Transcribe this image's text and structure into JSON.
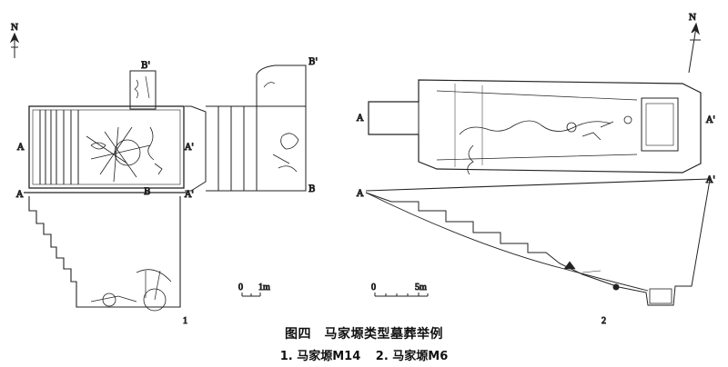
{
  "figure": {
    "title": "图四　马家塬类型墓葬举例",
    "subtitles": [
      "1. 马家塬M14",
      "2. 马家塬M6"
    ]
  },
  "panel_1": {
    "north_label": "N",
    "section_labels": {
      "a_left_top": "A",
      "a_right_top": "A'",
      "b_top": "B'",
      "b_bottom": "B",
      "a_left_bottom": "A",
      "a_right_bottom": "A'",
      "b_section_top": "B'",
      "b_section_bottom": "B"
    },
    "scale": {
      "zero": "0",
      "end": "1m"
    },
    "number": "1"
  },
  "panel_2": {
    "north_label": "N",
    "section_labels": {
      "a_left_plan": "A",
      "a_right_plan": "A'",
      "a_left_profile": "A",
      "a_right_profile": "A'"
    },
    "scale": {
      "zero": "0",
      "end": "5m"
    },
    "number": "2"
  },
  "colors": {
    "ink": "#222222",
    "background": "#ffffff"
  }
}
